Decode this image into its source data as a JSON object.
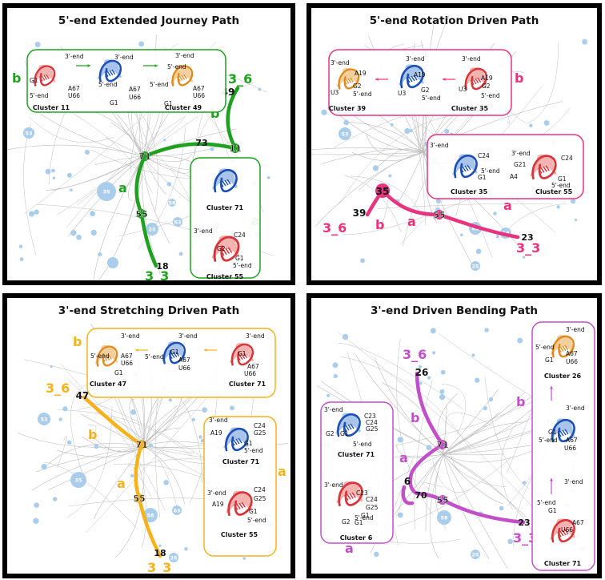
{
  "colors": {
    "green": "#1fa01f",
    "pink": "#e8337f",
    "orange": "#f5b21b",
    "purple": "#c24fc8",
    "node_blue": "#a9cdeb",
    "edge_gray": "#bdbdbd"
  },
  "panels": [
    {
      "id": "p1",
      "title": "5'-end Extended Journey Path",
      "path_nodes": [
        {
          "label": "71"
        },
        {
          "label": "73"
        },
        {
          "label": "11"
        },
        {
          "label": "49"
        },
        {
          "label": "55"
        },
        {
          "label": "18"
        }
      ],
      "end_labels": [
        "3_6",
        "3_3"
      ],
      "segment_letters": [
        "a",
        "b",
        "a",
        "b"
      ],
      "insets": [
        {
          "texts": [
            "3'-end",
            "G1",
            "5'-end",
            "A67",
            "U66",
            "Cluster 11",
            "5'-end",
            "G1",
            "A67",
            "U66",
            "5'-end",
            "3'-end",
            "A67",
            "5'-end",
            "G1",
            "U66",
            "Cluster 49",
            "3'-end"
          ]
        },
        {
          "texts": [
            "Cluster 71",
            "3'-end",
            "C24",
            "G2",
            "G1",
            "5'-end",
            "Cluster 55"
          ]
        }
      ],
      "small_nodes": [
        "53",
        "35",
        "25",
        "58",
        "63"
      ]
    },
    {
      "id": "p2",
      "title": "5'-end Rotation Driven Path",
      "path_nodes": [
        {
          "label": "35"
        },
        {
          "label": "39"
        },
        {
          "label": "55"
        },
        {
          "label": "23"
        }
      ],
      "end_labels": [
        "3_6",
        "3_3"
      ],
      "segment_letters": [
        "b",
        "a",
        "b",
        "a"
      ],
      "insets": [
        {
          "texts": [
            "3'-end",
            "A19",
            "U3",
            "G2",
            "5'-end",
            "Cluster 39",
            "3'-end",
            "A19",
            "U3",
            "G2",
            "5'-end",
            "3'-end",
            "A19",
            "U3",
            "G2",
            "5'-end",
            "Cluster 35"
          ]
        },
        {
          "texts": [
            "3'-end",
            "C24",
            "5'-end",
            "G1",
            "Cluster 35",
            "3'-end",
            "G21",
            "C24",
            "A4",
            "G1",
            "5'-end",
            "Cluster 55"
          ]
        }
      ],
      "small_nodes": [
        "53",
        "63",
        "58",
        "25"
      ]
    },
    {
      "id": "p3",
      "title": "3'-end Stretching Driven Path",
      "path_nodes": [
        {
          "label": "47"
        },
        {
          "label": "71"
        },
        {
          "label": "55"
        },
        {
          "label": "18"
        }
      ],
      "end_labels": [
        "3_6",
        "3_3"
      ],
      "segment_letters": [
        "b",
        "a",
        "b",
        "a"
      ],
      "insets": [
        {
          "texts": [
            "3'-end",
            "A67",
            "5'-end",
            "U66",
            "G1",
            "Cluster 47",
            "3'-end",
            "G1",
            "5'-end",
            "A67",
            "U66",
            "3'-end",
            "G1",
            "A67",
            "U66",
            "Cluster 71"
          ]
        },
        {
          "texts": [
            "3'-end",
            "C24",
            "A19",
            "G25",
            "G1",
            "5'-end",
            "Cluster 71",
            "3'-end",
            "C24",
            "G25",
            "A19",
            "G1",
            "5'-end",
            "Cluster 55"
          ]
        }
      ],
      "small_nodes": [
        "53",
        "35",
        "58",
        "63",
        "25"
      ]
    },
    {
      "id": "p4",
      "title": "3'-end Driven Bending Path",
      "path_nodes": [
        {
          "label": "26"
        },
        {
          "label": "71"
        },
        {
          "label": "6"
        },
        {
          "label": "70"
        },
        {
          "label": "55"
        },
        {
          "label": "23"
        }
      ],
      "end_labels": [
        "3_6",
        "3_3"
      ],
      "segment_letters": [
        "b",
        "a",
        "a",
        "b"
      ],
      "insets": [
        {
          "texts": [
            "3'-end",
            "C23",
            "C24",
            "G2",
            "G1",
            "G25",
            "5'-end",
            "Cluster 71",
            "3'-end",
            "C23",
            "C24",
            "G25",
            "G1",
            "5'-end",
            "G2",
            "G1",
            "Cluster 6"
          ]
        },
        {
          "texts": [
            "3'-end",
            "5'-end",
            "G1",
            "A67",
            "U66",
            "Cluster 26",
            "3'-end",
            "G1",
            "5'-end",
            "A67",
            "U66",
            "3'-end",
            "5'-end",
            "G1",
            "A67",
            "U66",
            "Cluster 71"
          ]
        }
      ],
      "small_nodes": [
        "58",
        "25"
      ]
    }
  ]
}
